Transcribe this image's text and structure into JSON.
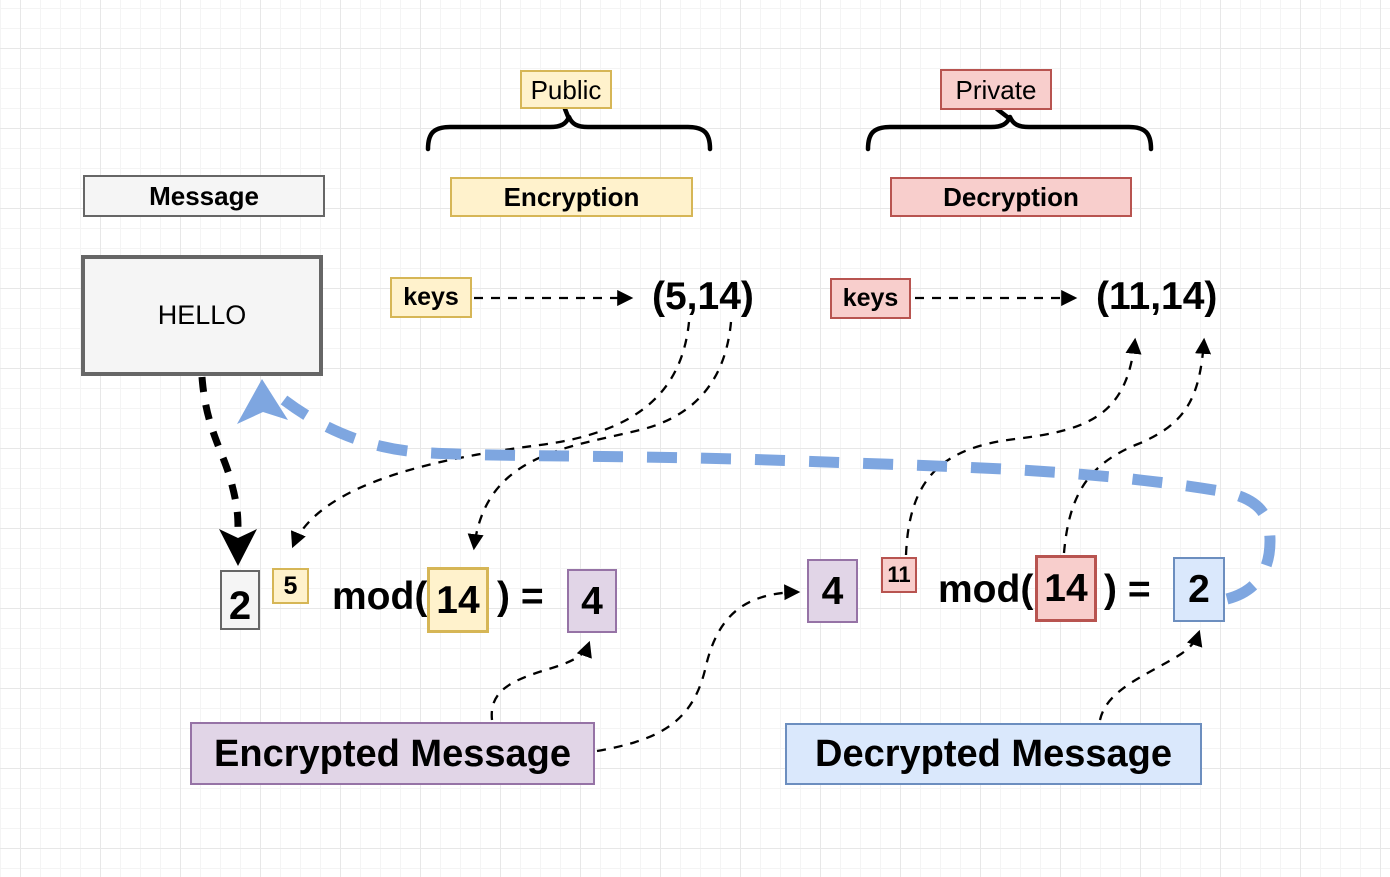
{
  "palette": {
    "public_fill": "#FFF2CC",
    "public_stroke": "#D6B656",
    "private_fill": "#F8CECC",
    "private_stroke": "#B85450",
    "encrypted_fill": "#E1D5E7",
    "encrypted_stroke": "#9673A6",
    "decrypted_fill": "#DAE8FC",
    "decrypted_stroke": "#6C8EBF",
    "message_fill": "#F5F5F5",
    "message_stroke": "#666666",
    "connector_black": "#000000",
    "flow_arrow_blue": "#7EA6E0"
  },
  "message": {
    "title": "Message",
    "content": "HELLO"
  },
  "public_key": {
    "badge": "Public",
    "process": "Encryption",
    "keys_label": "keys",
    "key_pair": "(5,14)"
  },
  "private_key": {
    "badge": "Private",
    "process": "Decryption",
    "keys_label": "keys",
    "key_pair": "(11,14)"
  },
  "encryption_equation": {
    "base": "2",
    "exponent": "5",
    "mod_open": "mod(",
    "modulus": "14",
    "close_equals": ") =",
    "result": "4"
  },
  "decryption_equation": {
    "base": "4",
    "exponent": "11",
    "mod_open": "mod(",
    "modulus": "14",
    "close_equals": ") =",
    "result": "2"
  },
  "outputs": {
    "encrypted_label": "Encrypted Message",
    "decrypted_label": "Decrypted Message"
  }
}
